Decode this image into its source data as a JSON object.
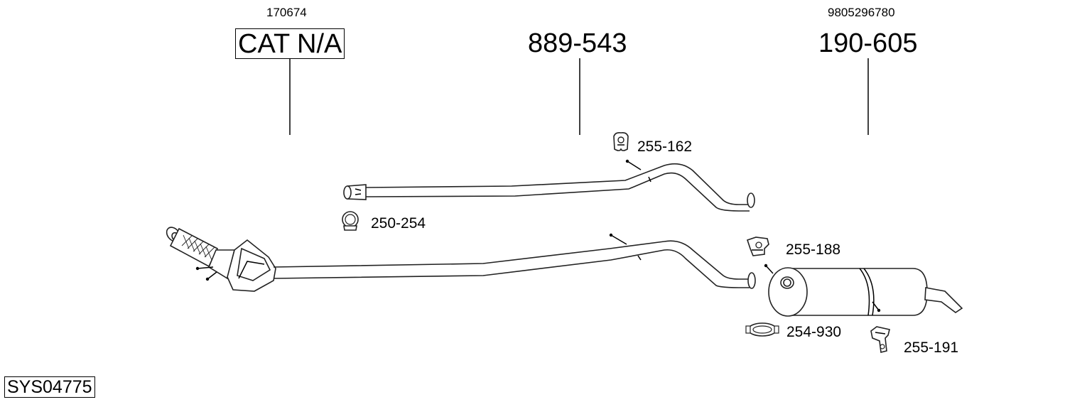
{
  "header": {
    "left_ref": "170674",
    "left_part": "CAT N/A",
    "middle_part": "889-543",
    "right_ref": "9805296780",
    "right_part": "190-605"
  },
  "callouts": {
    "hanger_top": "255-162",
    "clamp_left": "250-254",
    "hanger_rear": "255-188",
    "clamp_rear": "254-930",
    "hanger_muffler": "255-191"
  },
  "system_code": "SYS04775"
}
